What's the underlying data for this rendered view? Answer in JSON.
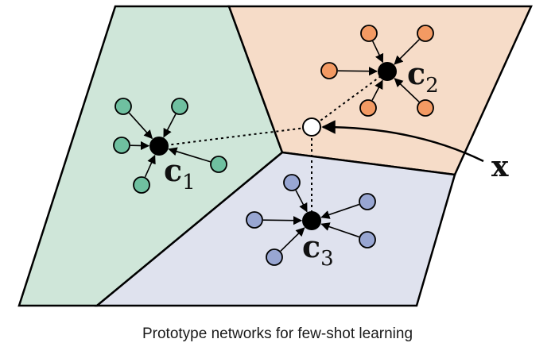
{
  "diagram": {
    "prototypes": [
      {
        "id": "c1",
        "letter": "c",
        "sub": "1",
        "fill_color": "#cfe6d9",
        "point_color": "#6fc0a0"
      },
      {
        "id": "c2",
        "letter": "c",
        "sub": "2",
        "fill_color": "#f6dcc8",
        "point_color": "#f39a63"
      },
      {
        "id": "c3",
        "letter": "c",
        "sub": "3",
        "fill_color": "#dfe2ee",
        "point_color": "#98a6d2"
      }
    ],
    "query_label": "x",
    "query_color": "#ffffff",
    "prototype_color": "#000000",
    "outline_color": "#000000"
  },
  "caption": "Prototype networks for few-shot learning"
}
